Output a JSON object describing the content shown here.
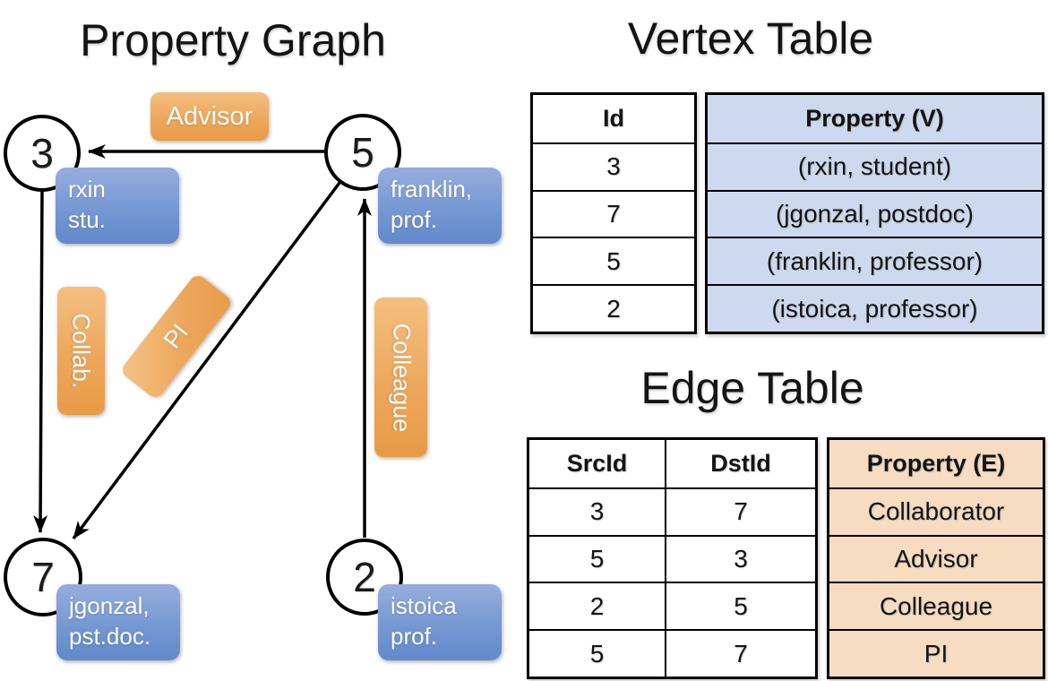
{
  "graph": {
    "title": "Property Graph",
    "nodes": [
      {
        "id": "3",
        "prop_line1": "rxin",
        "prop_line2": "stu."
      },
      {
        "id": "5",
        "prop_line1": "franklin,",
        "prop_line2": "prof."
      },
      {
        "id": "7",
        "prop_line1": "jgonzal,",
        "prop_line2": "pst.doc."
      },
      {
        "id": "2",
        "prop_line1": "istoica",
        "prop_line2": "prof."
      }
    ],
    "edge_labels": [
      {
        "label": "Advisor"
      },
      {
        "label": "Collab."
      },
      {
        "label": "PI"
      },
      {
        "label": "Colleague"
      }
    ]
  },
  "vertex_table": {
    "title": "Vertex Table",
    "id_header": "Id",
    "property_header": "Property (V)",
    "rows": [
      {
        "id": "3",
        "property": "(rxin, student)"
      },
      {
        "id": "7",
        "property": "(jgonzal, postdoc)"
      },
      {
        "id": "5",
        "property": "(franklin, professor)"
      },
      {
        "id": "2",
        "property": "(istoica, professor)"
      }
    ]
  },
  "edge_table": {
    "title": "Edge Table",
    "src_header": "SrcId",
    "dst_header": "DstId",
    "property_header": "Property (E)",
    "rows": [
      {
        "src": "3",
        "dst": "7",
        "property": "Collaborator"
      },
      {
        "src": "5",
        "dst": "3",
        "property": "Advisor"
      },
      {
        "src": "2",
        "dst": "5",
        "property": "Colleague"
      },
      {
        "src": "5",
        "dst": "7",
        "property": "PI"
      }
    ]
  },
  "colors": {
    "edge_label_orange": "#eda75c",
    "node_box_blue": "#7598d3",
    "vertex_cell_blue": "#cdd9ee",
    "edge_cell_orange": "#f6dcc1",
    "line_black": "#000000"
  }
}
